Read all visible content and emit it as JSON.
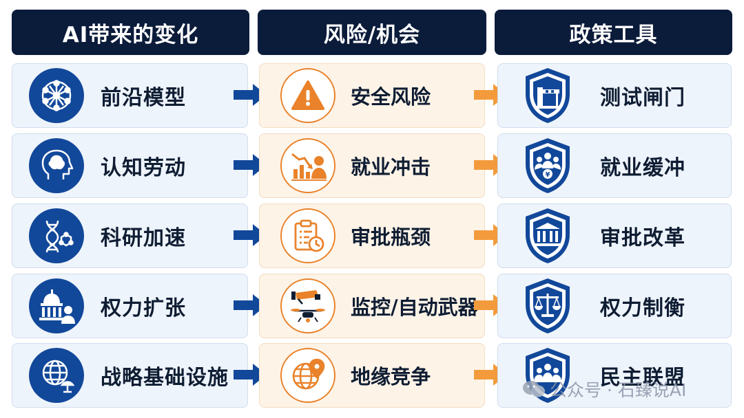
{
  "headers": {
    "col1": "AI带来的变化",
    "col2": "风险/机会",
    "col3": "政策工具"
  },
  "rows": [
    {
      "change": "前沿模型",
      "risk": "安全风险",
      "policy": "测试闸门"
    },
    {
      "change": "认知劳动",
      "risk": "就业冲击",
      "policy": "就业缓冲"
    },
    {
      "change": "科研加速",
      "risk": "审批瓶颈",
      "policy": "审批改革"
    },
    {
      "change": "权力扩张",
      "risk": "监控/自动武器",
      "policy": "权力制衡"
    },
    {
      "change": "战略基础设施",
      "risk": "地缘竞争",
      "policy": "民主联盟"
    }
  ],
  "watermark": "公众号 · 石臻说AI",
  "colors": {
    "navy": "#0b1b3a",
    "blue": "#12489a",
    "orange": "#e9822a"
  }
}
